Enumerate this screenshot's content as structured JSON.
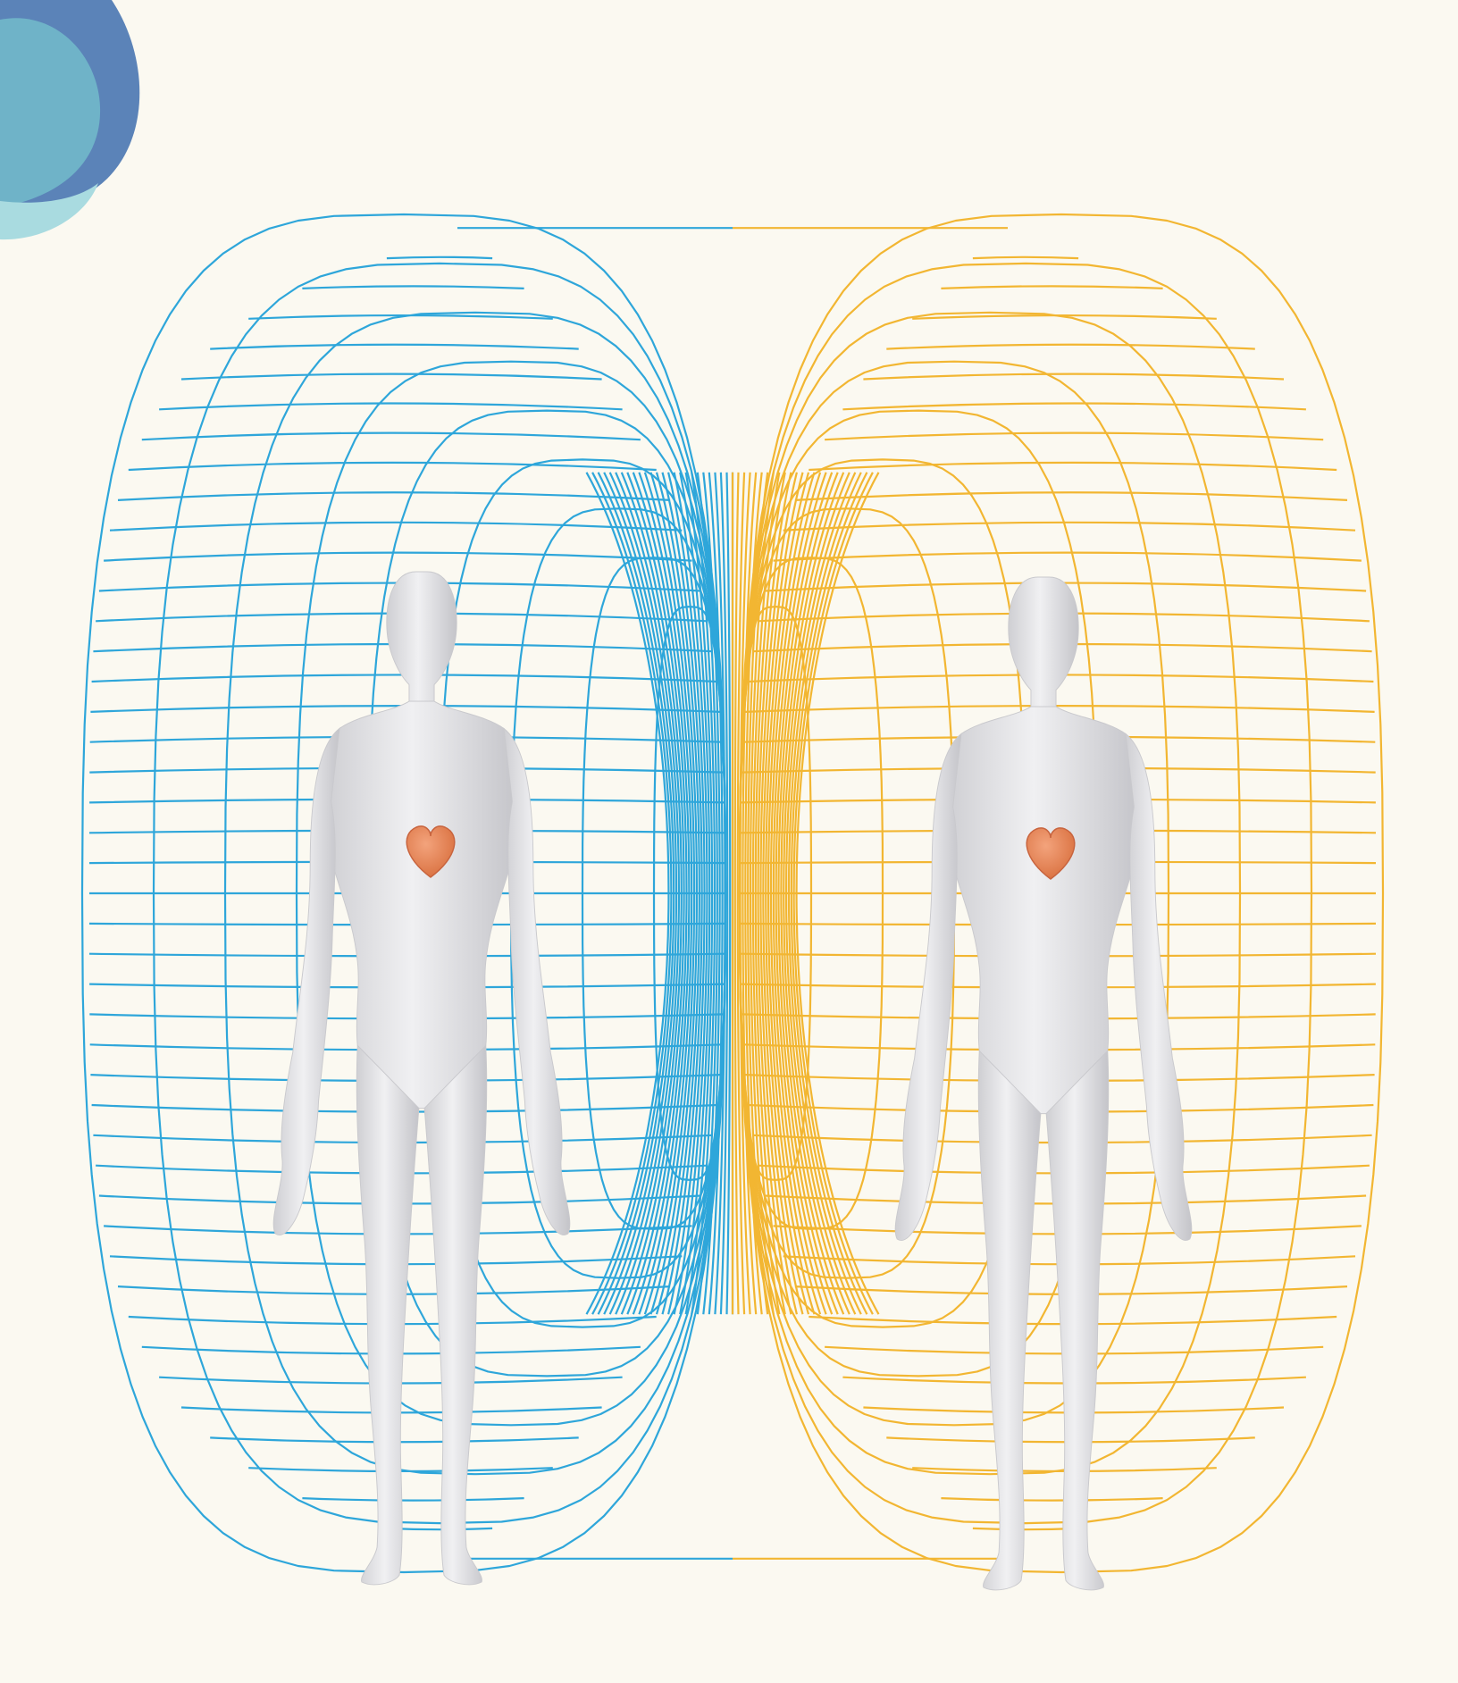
{
  "colors": {
    "background": "#fbf9f1",
    "field_left": "#2ea6da",
    "field_right": "#f2b632",
    "blob_back": "#5b83b8",
    "blob_mid": "#6fb3c8",
    "blob_front": "#a9dbe0",
    "body": "#e6e6e8",
    "body_shade": "#c9c9cd",
    "heart": "#e6865a",
    "heart_edge": "#c8643e"
  },
  "figures": [
    {
      "id": "left",
      "field": "field_left"
    },
    {
      "id": "right",
      "field": "field_right"
    }
  ],
  "icons": [
    "heart-icon",
    "heart-icon"
  ]
}
